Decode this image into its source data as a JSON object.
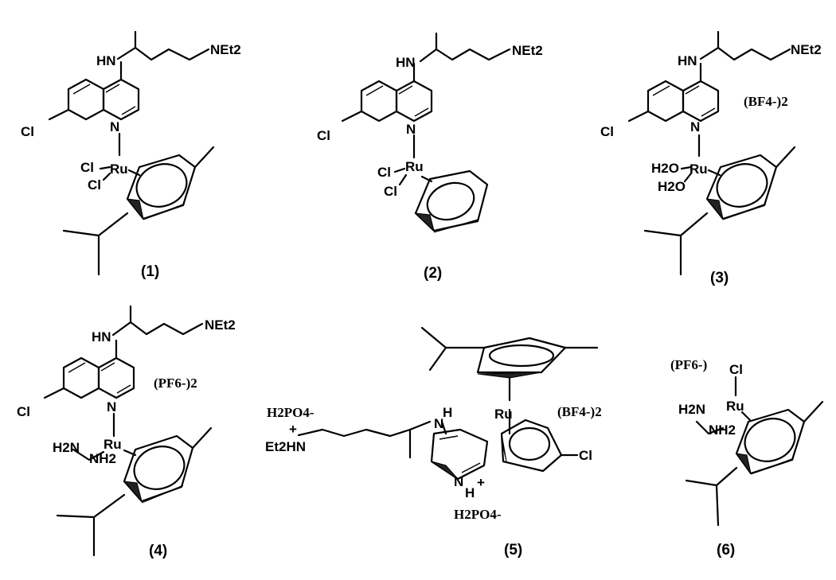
{
  "compounds": [
    {
      "label": "(1)",
      "atoms": {
        "hn": "HN",
        "amine": "NEt2",
        "cl": "Cl",
        "n": "N",
        "ru": "Ru",
        "cl_a": "Cl",
        "cl_b": "Cl"
      }
    },
    {
      "label": "(2)",
      "atoms": {
        "hn": "HN",
        "amine": "NEt2",
        "cl": "Cl",
        "n": "N",
        "ru": "Ru",
        "cl_a": "Cl",
        "cl_b": "Cl"
      }
    },
    {
      "label": "(3)",
      "counterion": "(BF4-)2",
      "atoms": {
        "hn": "HN",
        "amine": "NEt2",
        "cl": "Cl",
        "n": "N",
        "ru": "Ru",
        "l_a": "H2O",
        "l_b": "H2O"
      }
    },
    {
      "label": "(4)",
      "counterion": "(PF6-)2",
      "atoms": {
        "hn": "HN",
        "amine": "NEt2",
        "cl": "Cl",
        "n": "N",
        "ru": "Ru",
        "l_a": "H2N",
        "l_b": "NH2"
      }
    },
    {
      "label": "(5)",
      "counterion": "(BF4-)2",
      "anion_top": "H2PO4-",
      "anion_bottom": "H2PO4-",
      "atoms": {
        "ru": "Ru",
        "nh": "H",
        "n_nh": "N",
        "pyr_n": "N",
        "pyr_h": "H",
        "plus_ring": "+",
        "plus_chain": "+",
        "amine": "Et2HN",
        "cl": "Cl"
      }
    },
    {
      "label": "(6)",
      "counterion": "(PF6-)",
      "atoms": {
        "ru": "Ru",
        "cl": "Cl",
        "l_a": "H2N",
        "l_b": "NH2"
      }
    }
  ]
}
